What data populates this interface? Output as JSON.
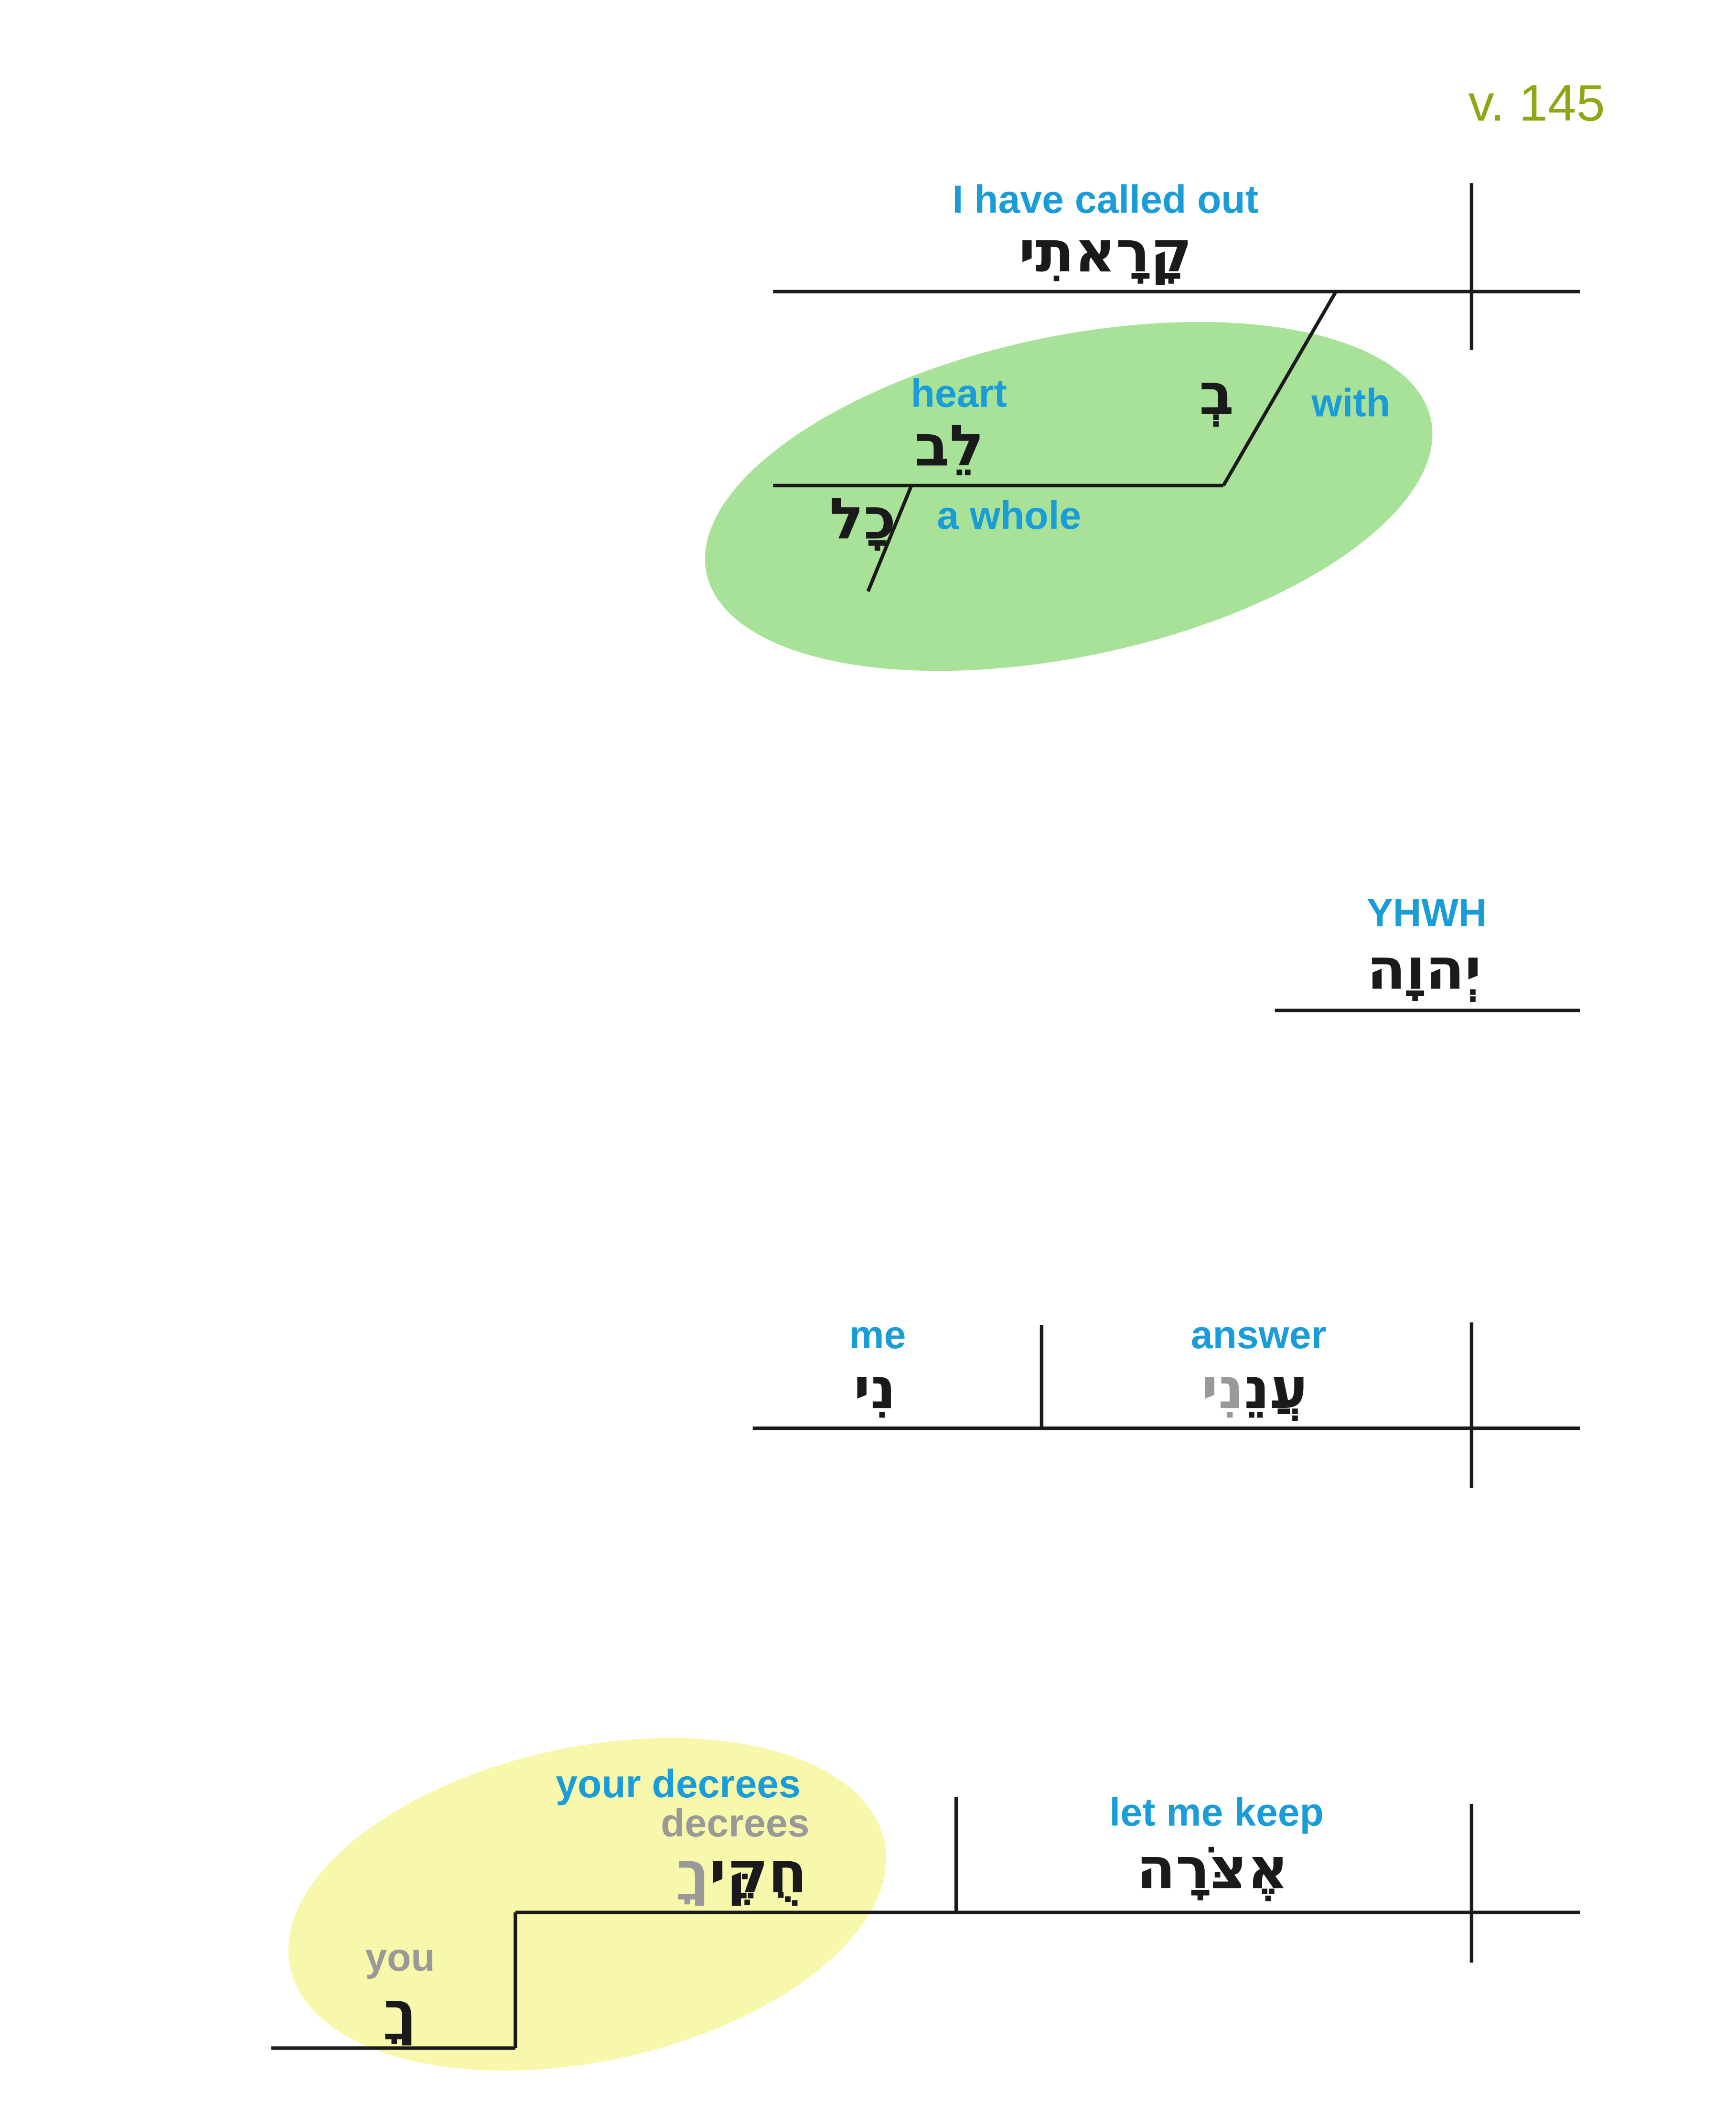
{
  "verse": {
    "label": "v. 145"
  },
  "colors": {
    "gloss_blue": "#1a9cd8",
    "verse_green": "#8ca816",
    "muted_gray": "#999999",
    "text_black": "#1a1a1a",
    "highlight_green": "#a8e298",
    "highlight_yellow": "#f8f8ac"
  },
  "clause1": {
    "verb_gloss": "I have called out",
    "verb_hebrew": "קָרָאתִי",
    "prep_phrase": {
      "prep_hebrew": "בְ",
      "prep_gloss": "with",
      "noun_gloss": "heart",
      "noun_hebrew": "לֵב",
      "modifier_hebrew": "כָל",
      "modifier_gloss": "a whole"
    }
  },
  "vocative": {
    "gloss": "YHWH",
    "hebrew": "יְהוָה"
  },
  "clause2": {
    "verb_gloss": "answer",
    "verb_hebrew_stem": "עֲנֵ",
    "verb_hebrew_suffix": "נִי",
    "object_gloss": "me",
    "object_hebrew": "נִי"
  },
  "clause3": {
    "verb_gloss": "let me keep",
    "verb_hebrew": "אֶצֹּרָה",
    "object_combined_gloss": "your decrees",
    "object_noun_gloss": "decrees",
    "object_noun_hebrew_stem": "חֻקֶּי",
    "object_noun_hebrew_suffix": "ךָ",
    "possessor_gloss": "you",
    "possessor_hebrew": "ךָ"
  }
}
